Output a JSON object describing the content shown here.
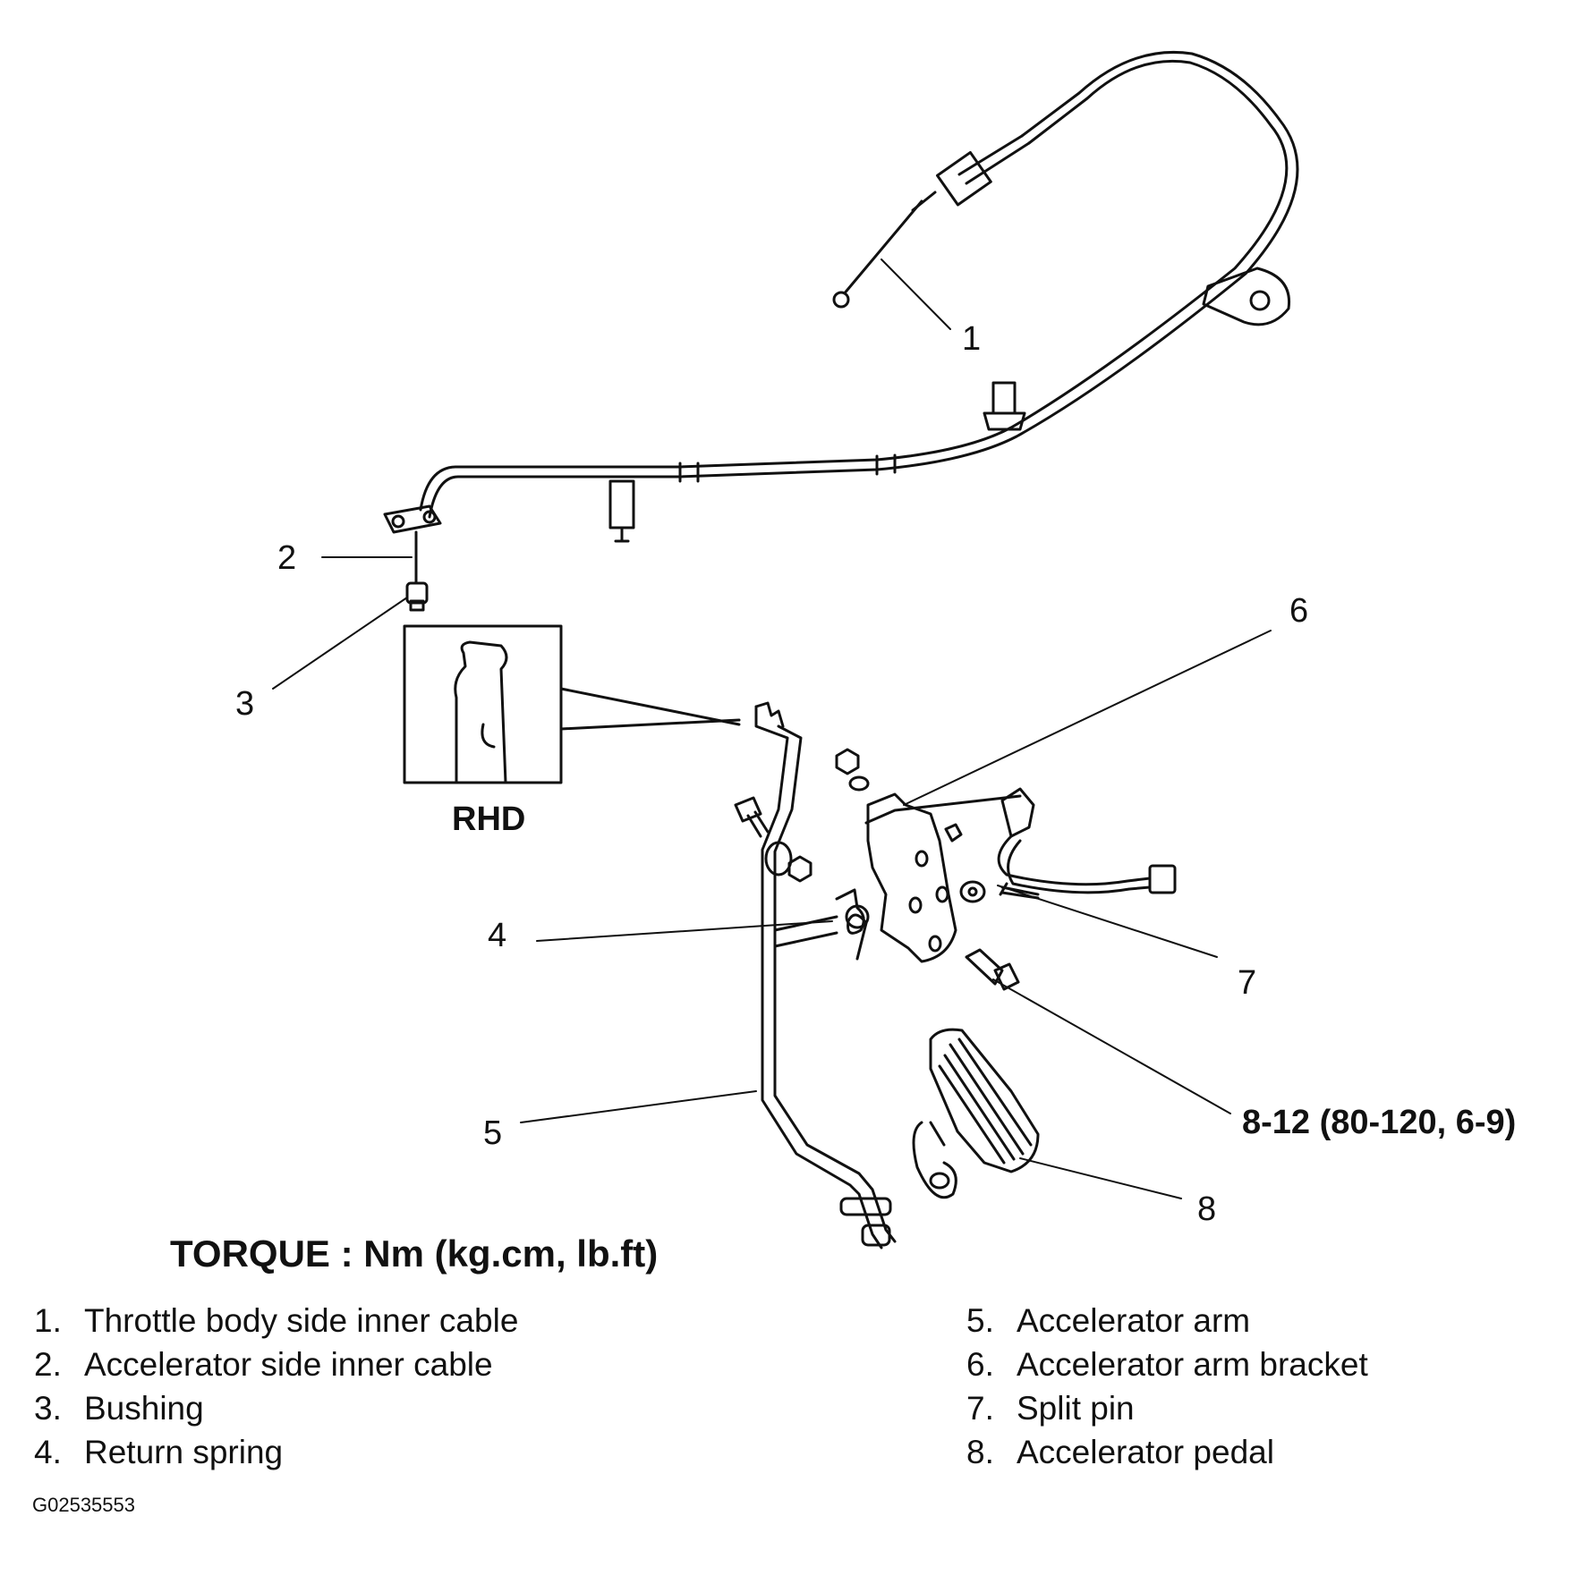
{
  "callouts": {
    "c1": "1",
    "c2": "2",
    "c3": "3",
    "c4": "4",
    "c5": "5",
    "c6": "6",
    "c7": "7",
    "c8": "8"
  },
  "inset_label": "RHD",
  "torque_spec": "8-12 (80-120, 6-9)",
  "torque_title": "TORQUE : Nm (kg.cm, lb.ft)",
  "legend": [
    {
      "num": "1.",
      "text": "Throttle body side inner cable"
    },
    {
      "num": "2.",
      "text": "Accelerator side inner cable"
    },
    {
      "num": "3.",
      "text": "Bushing"
    },
    {
      "num": "4.",
      "text": "Return spring"
    },
    {
      "num": "5.",
      "text": "Accelerator arm"
    },
    {
      "num": "6.",
      "text": "Accelerator arm bracket"
    },
    {
      "num": "7.",
      "text": "Split pin"
    },
    {
      "num": "8.",
      "text": "Accelerator pedal"
    }
  ],
  "figure_id": "G02535553"
}
